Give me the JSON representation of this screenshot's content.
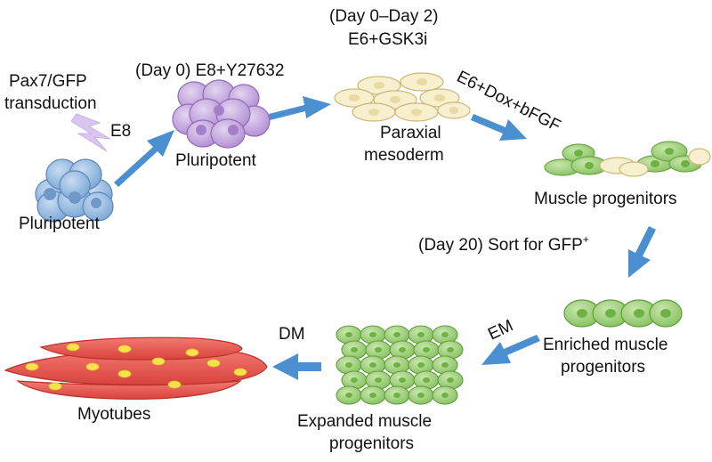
{
  "labels": {
    "transduction_line1": "Pax7/GFP",
    "transduction_line2": "transduction",
    "e8": "E8",
    "pluripotent_start": "Pluripotent",
    "step1": "(Day 0) E8+Y27632",
    "pluripotent_2": "Pluripotent",
    "step2_line1": "(Day 0–Day 2)",
    "step2_line2": "E6+GSK3i",
    "paraxial_line1": "Paraxial",
    "paraxial_line2": "mesoderm",
    "step3": "E6+Dox+bFGF",
    "muscle_progenitors": "Muscle progenitors",
    "step4": "(Day 20) Sort for GFP",
    "step4_sup": "+",
    "enriched_line1": "Enriched muscle",
    "enriched_line2": "progenitors",
    "em": "EM",
    "expanded_line1": "Expanded muscle",
    "expanded_line2": "progenitors",
    "dm": "DM",
    "myotubes": "Myotubes"
  },
  "colors": {
    "arrow": "#4a8fd0",
    "pluripotent_blue": "#8db6e0",
    "pluripotent_purple": "#c6a8de",
    "paraxial_cell": "#f7efcd",
    "muscle_green": "#9ed07a",
    "myotube_red": "#e9574f",
    "myotube_nucleus": "#f7e24a",
    "lightning": "#d9c6ee"
  },
  "icons": {
    "transduction": "lightning-bolt-icon"
  }
}
